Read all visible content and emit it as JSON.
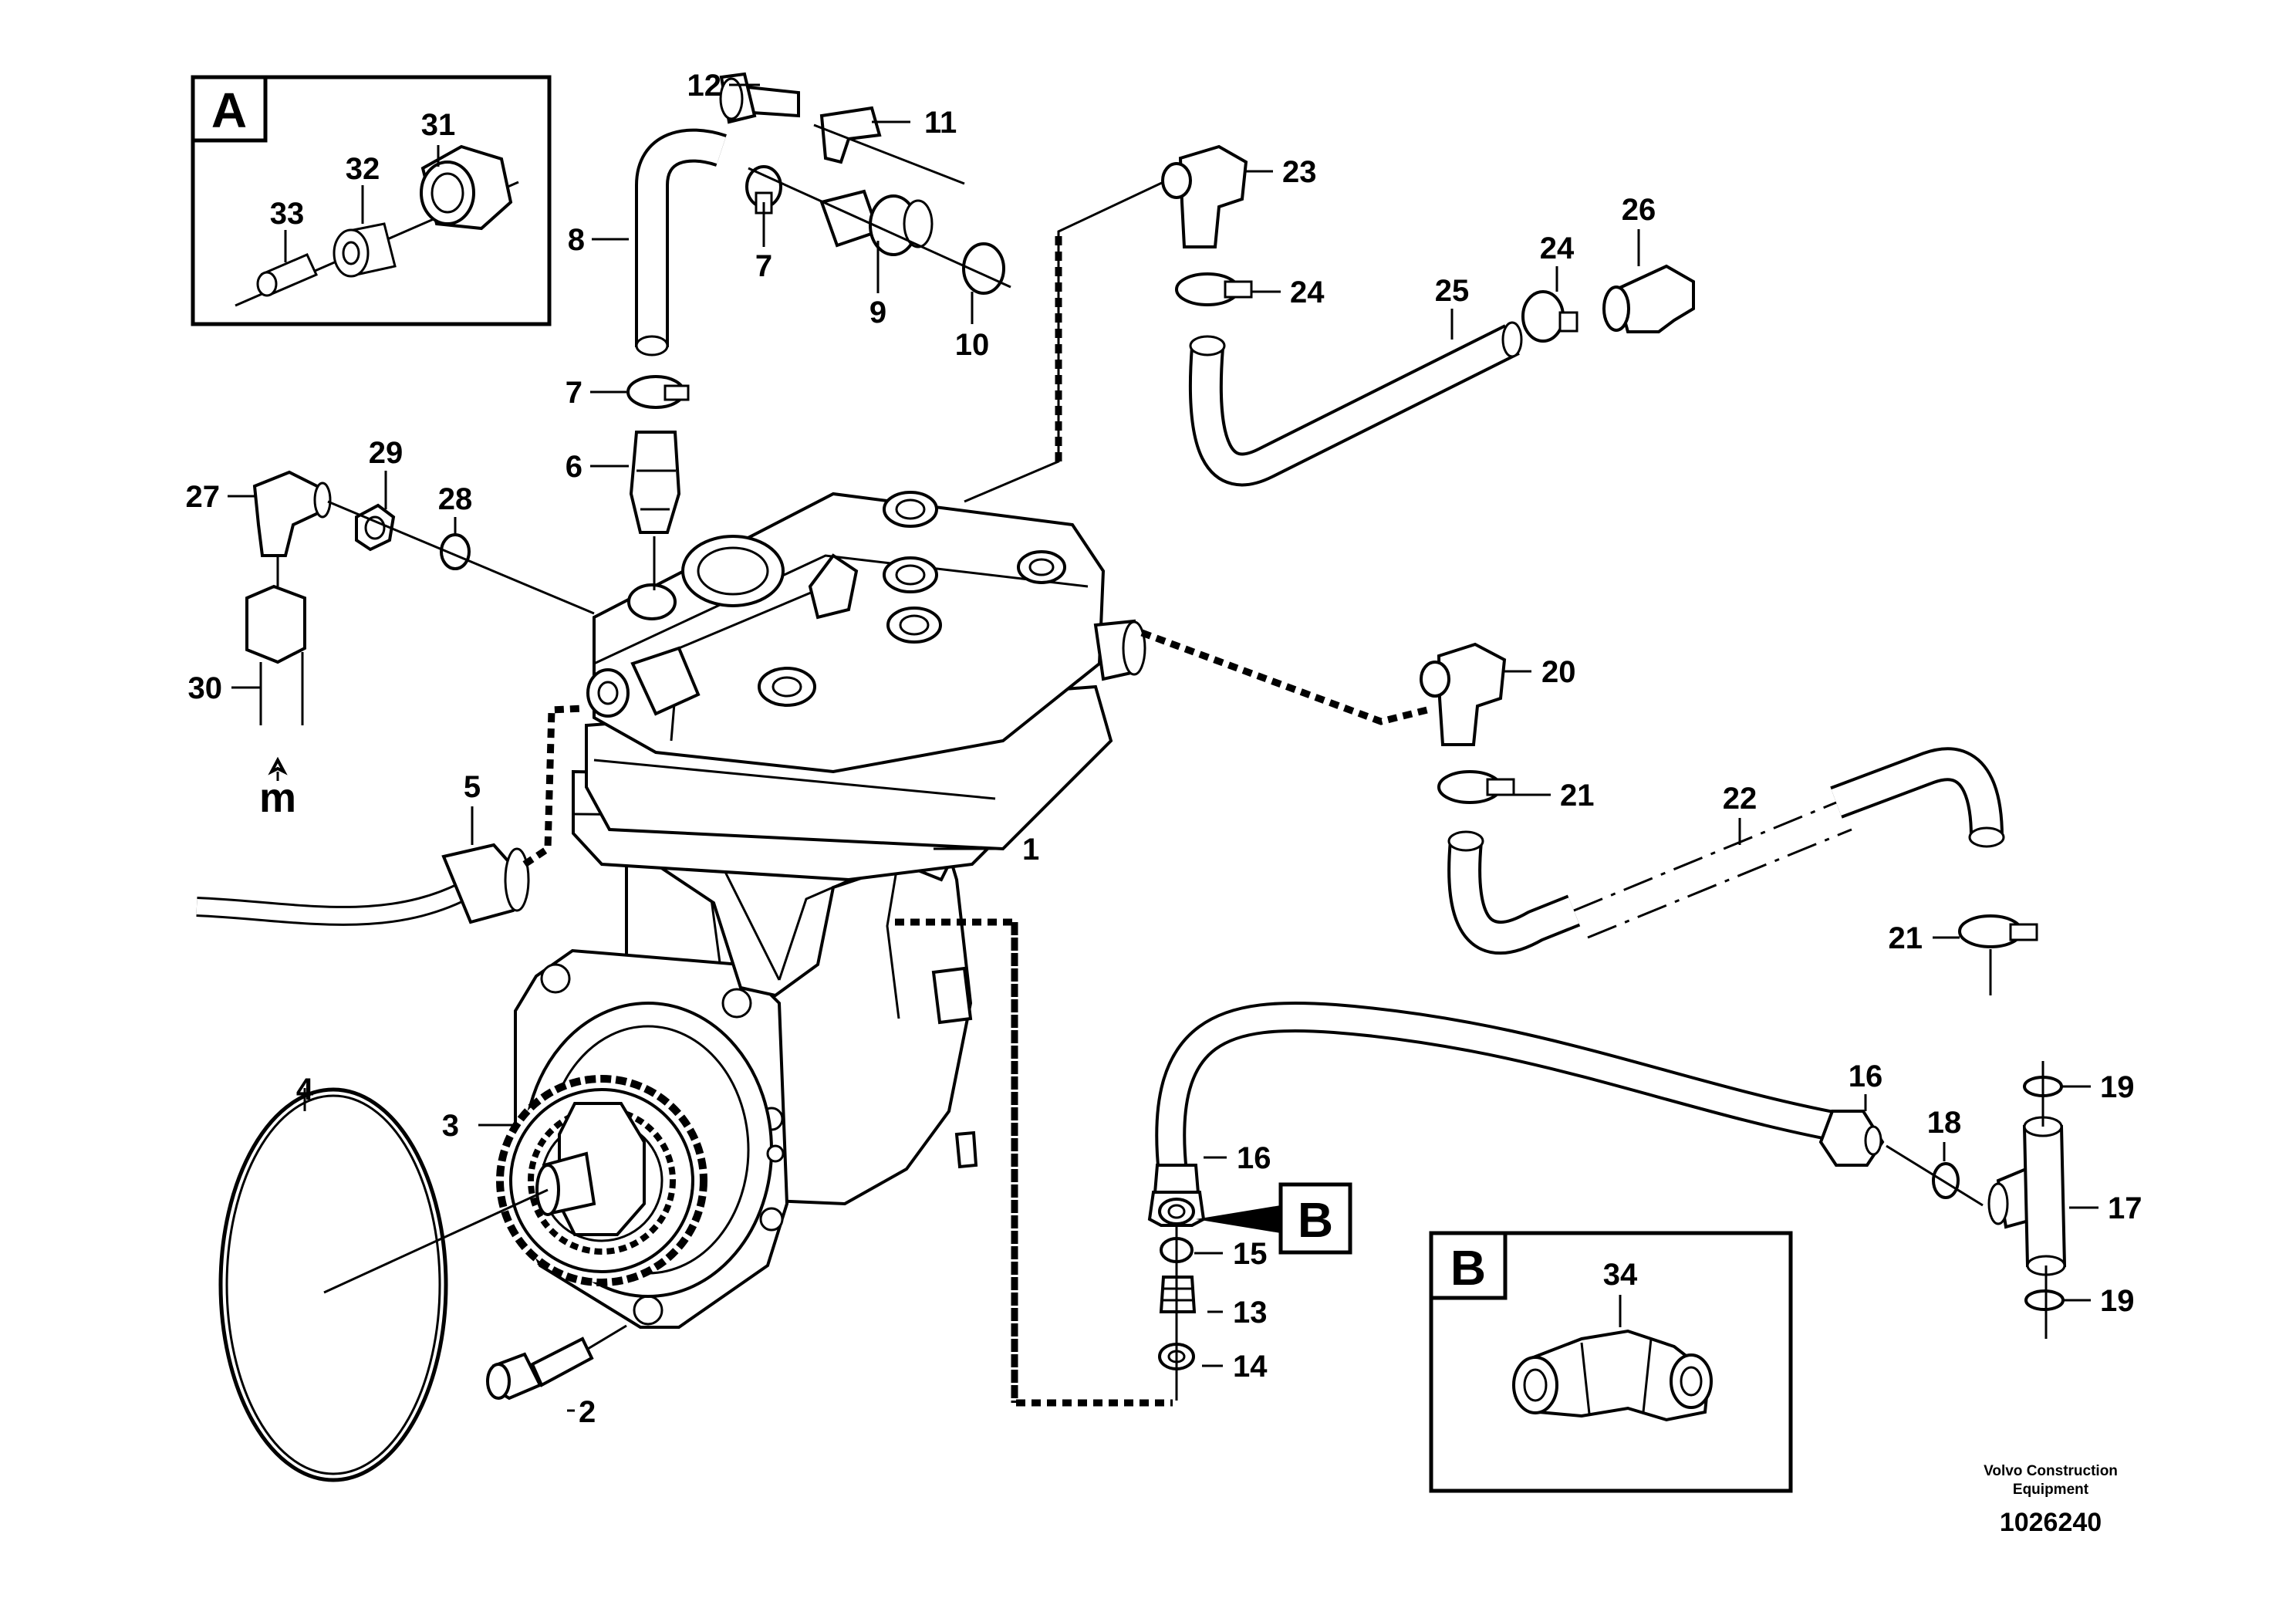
{
  "diagram": {
    "inset_a": {
      "letter": "A",
      "callouts": [
        "31",
        "32",
        "33"
      ]
    },
    "inset_b": {
      "letter": "B",
      "callouts": [
        "34"
      ]
    },
    "pointer_b": "B",
    "flow_marker": "m",
    "callouts": {
      "c1": "1",
      "c2": "2",
      "c3": "3",
      "c4": "4",
      "c5": "5",
      "c6": "6",
      "c7a": "7",
      "c7b": "7",
      "c8": "8",
      "c9": "9",
      "c10": "10",
      "c11": "11",
      "c12": "12",
      "c13": "13",
      "c14": "14",
      "c15": "15",
      "c16a": "16",
      "c16b": "16",
      "c17": "17",
      "c18": "18",
      "c19a": "19",
      "c19b": "19",
      "c20": "20",
      "c21a": "21",
      "c21b": "21",
      "c22": "22",
      "c23": "23",
      "c24a": "24",
      "c24b": "24",
      "c25": "25",
      "c26": "26",
      "c27": "27",
      "c28": "28",
      "c29": "29",
      "c30": "30"
    },
    "footer": {
      "line1": "Volvo Construction",
      "line2": "Equipment",
      "number": "1026240"
    }
  }
}
